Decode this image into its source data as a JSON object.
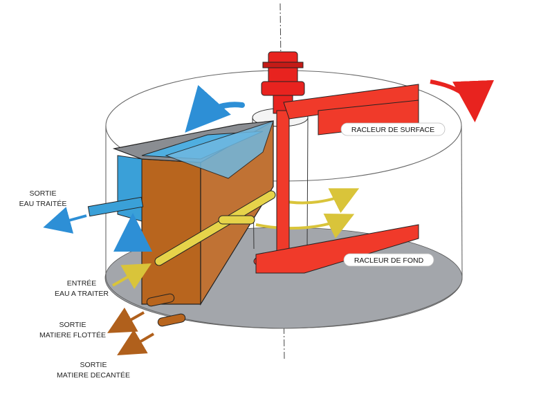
{
  "labels": {
    "surface_scraper": "RACLEUR DE SURFACE",
    "bottom_scraper": "RACLEUR DE FOND",
    "outlet_treated_water": [
      "SORTIE",
      "EAU TRAITÉE"
    ],
    "inlet_water": [
      "ENTRÉE",
      "EAU A TRAITER"
    ],
    "outlet_floated_matter": [
      "SORTIE",
      "MATIERE FLOTTÉE"
    ],
    "outlet_settled_matter": [
      "SORTIE",
      "MATIERE DECANTÉE"
    ]
  },
  "colors": {
    "motor_red": "#e8231f",
    "scraper_red": "#f03a2a",
    "water_blue": "#3aa0d8",
    "arrow_blue": "#2d8fd6",
    "sludge_brown": "#b8651e",
    "arrow_brown": "#b0601c",
    "inlet_yellow": "#e6d34a",
    "arrow_yellow": "#d9c43a",
    "tank_floor_gray": "#a3a6ab",
    "outline": "#222222"
  },
  "icons": [
    "motor-icon",
    "rotation-arrow-icon",
    "flow-arrow-icon"
  ]
}
